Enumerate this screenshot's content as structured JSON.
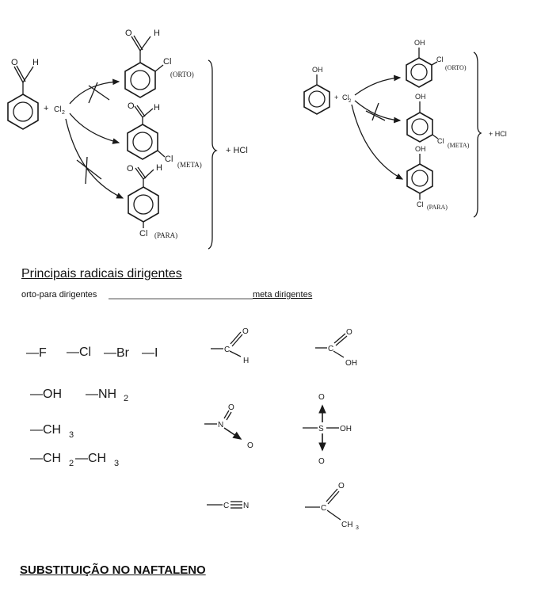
{
  "reaction1": {
    "reactant_substituent": "O",
    "reactant_h": "H",
    "plus": "+",
    "reagent": "Cl",
    "reagent_sub": "2",
    "products": [
      {
        "o": "O",
        "h": "H",
        "cl": "Cl",
        "label": "(ORTO)"
      },
      {
        "o": "O",
        "h": "H",
        "cl": "Cl",
        "label": "(META)"
      },
      {
        "o": "O",
        "h": "H",
        "cl": "Cl",
        "label": "(PARA)"
      }
    ],
    "byproduct": "+   HCl"
  },
  "reaction2": {
    "reactant_substituent": "OH",
    "plus": "+",
    "reagent": "Cl",
    "reagent_sub": "2",
    "products": [
      {
        "oh": "OH",
        "cl": "Cl",
        "label": "(ORTO)"
      },
      {
        "oh": "OH",
        "cl": "Cl",
        "label": "(META)"
      },
      {
        "oh": "OH",
        "cl": "Cl",
        "label": "(PARA)"
      }
    ],
    "byproduct": "+   HCl"
  },
  "section_title": "Principais radicais dirigentes",
  "orto_para_label": "orto-para dirigentes",
  "meta_label": "meta dirigentes",
  "orto_para_groups": {
    "halogens": [
      "—F",
      "—Cl",
      "—Br",
      "—I"
    ],
    "oh": "—OH",
    "nh2": "—NH",
    "nh2_sub": "2",
    "ch3": "—CH",
    "ch3_sub": "3",
    "ethyl_a": "—CH",
    "ethyl_a_sub": "2",
    "ethyl_b": "—CH",
    "ethyl_b_sub": "3"
  },
  "meta_groups": {
    "aldehyde": {
      "c": "C",
      "o": "O",
      "h": "H"
    },
    "carboxyl": {
      "c": "C",
      "o": "O",
      "oh": "OH"
    },
    "nitro": {
      "n": "N",
      "o1": "O",
      "o2": "O"
    },
    "sulfonic": {
      "s": "S",
      "o1": "O",
      "o2": "O",
      "oh": "OH"
    },
    "nitrile": {
      "c": "C",
      "n": "N"
    },
    "ketone": {
      "c": "C",
      "o": "O",
      "ch3": "CH",
      "ch3_sub": "3"
    }
  },
  "footer_title": "SUBSTITUIÇÃO NO NAFTALENO"
}
